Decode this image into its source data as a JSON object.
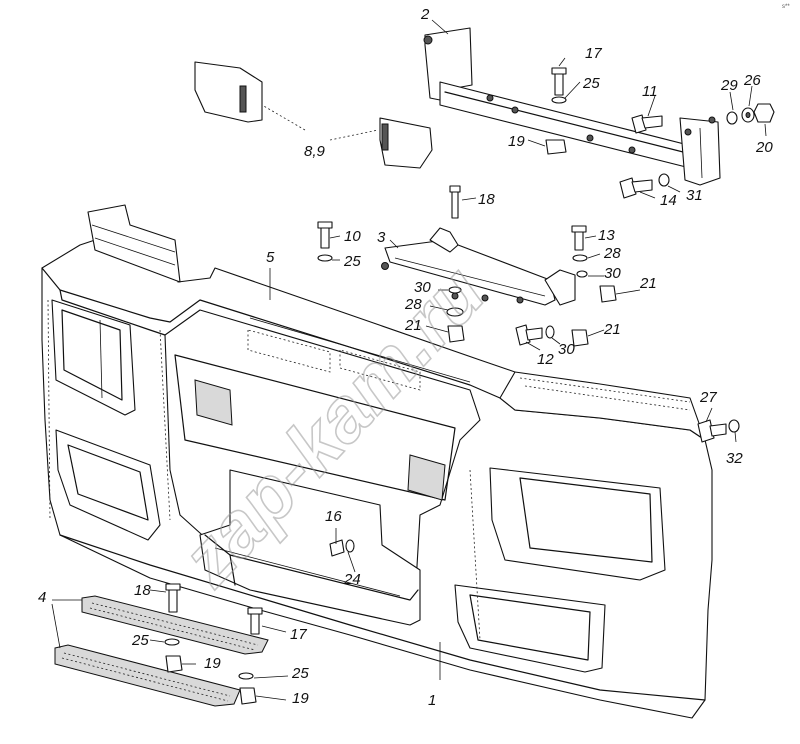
{
  "watermark": "zap-kam.ru",
  "corner_mark": "s**",
  "callouts": {
    "c1": "1",
    "c2": "2",
    "c3": "3",
    "c4": "4",
    "c5": "5",
    "c8_9": "8,9",
    "c10": "10",
    "c11": "11",
    "c12": "12",
    "c13": "13",
    "c14": "14",
    "c16": "16",
    "c17a": "17",
    "c17b": "17",
    "c18a": "18",
    "c18b": "18",
    "c19a": "19",
    "c19b": "19",
    "c19c": "19",
    "c20": "20",
    "c21a": "21",
    "c21b": "21",
    "c21c": "21",
    "c24": "24",
    "c25a": "25",
    "c25b": "25",
    "c25c": "25",
    "c25d": "25",
    "c26": "26",
    "c27": "27",
    "c28a": "28",
    "c28b": "28",
    "c29": "29",
    "c30a": "30",
    "c30b": "30",
    "c30c": "30",
    "c31": "31",
    "c32": "32"
  }
}
